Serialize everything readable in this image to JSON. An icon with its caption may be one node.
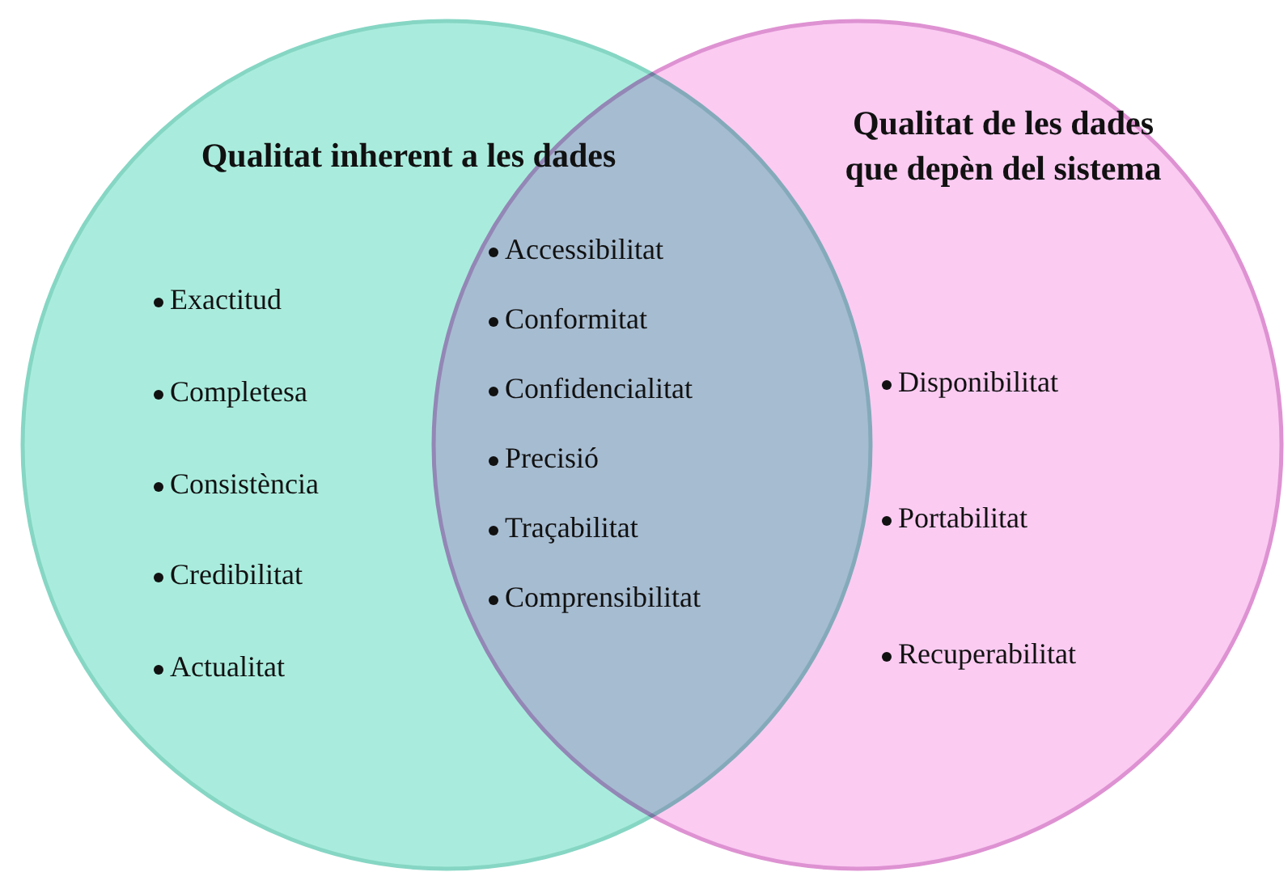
{
  "diagram": {
    "nodes": [
      {
        "text": [
          "Qualitat inherent a les dades",
          "Exactitud",
          "Completesa",
          "Consistència",
          "Credibilitat",
          "Actualitat"
        ]
      },
      {
        "text": [
          "Qualitat de les dades que depèn del sistema",
          "Disponibilitat",
          "Portabilitat",
          "Recuperabilitat"
        ]
      }
    ],
    "edges": [],
    "labels": [
      "Accessibilitat",
      "Conformitat",
      "Confidencialitat",
      "Precisió",
      "Traçabilitat",
      "Comprensibilitat"
    ]
  }
}
